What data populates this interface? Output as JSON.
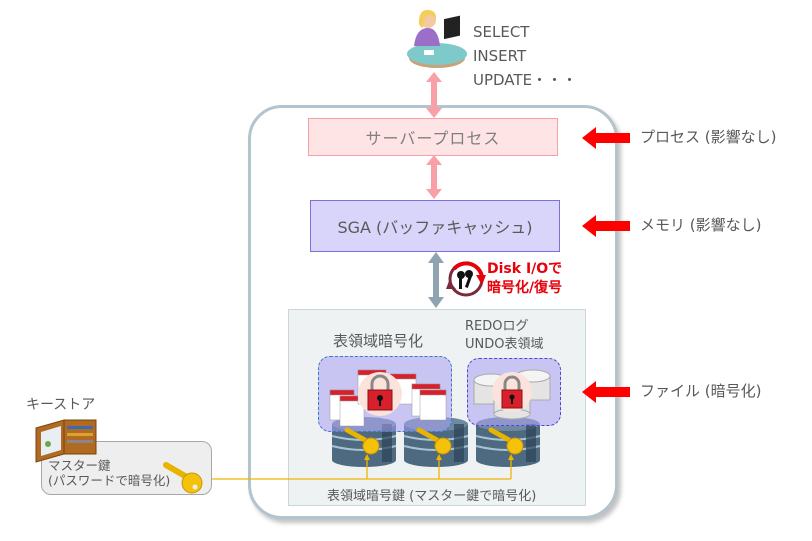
{
  "client": {
    "icon": "user-at-computer-icon",
    "sql_lines": [
      "SELECT",
      "INSERT",
      "UPDATE・・・"
    ]
  },
  "layers": {
    "server_process": {
      "label": "サーバープロセス",
      "annotation": "プロセス (影響なし)"
    },
    "sga": {
      "label": "SGA (バッファキャッシュ)",
      "annotation": "メモリ (影響なし)"
    },
    "disk_io": {
      "lines": [
        "Disk I/Oで",
        "暗号化/復号"
      ]
    },
    "files": {
      "annotation": "ファイル (暗号化)",
      "tablespace_label": "表領域暗号化",
      "redo_label_lines": [
        "REDOログ",
        "UNDO表領域"
      ],
      "tablespace_key_label": "表領域暗号鍵 (マスター鍵で暗号化)"
    }
  },
  "keystore": {
    "title": "キーストア",
    "master_key_lines": [
      "マスター鍵",
      "(パスワードで暗号化)"
    ]
  },
  "colors": {
    "pink_arrow": "#f8a0a6",
    "gray_arrow": "#8fa3b0",
    "red_arrow": "#ff0000",
    "key_line": "#f0b400",
    "disk_io_text": "#e8000b"
  }
}
